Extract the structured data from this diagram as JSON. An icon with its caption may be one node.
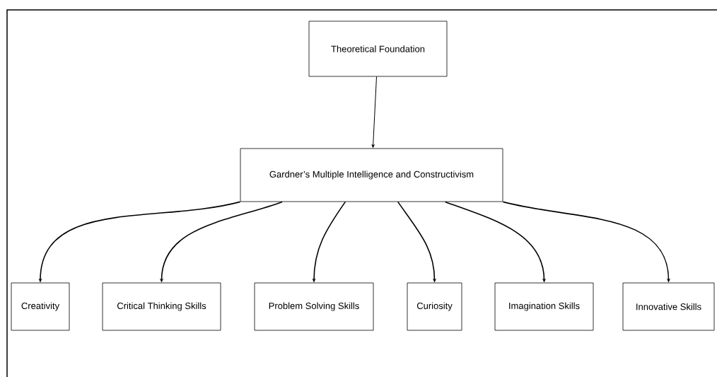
{
  "diagram": {
    "nodes": [
      {
        "text": [
          "Theoretical Foundation"
        ]
      },
      {
        "text": [
          "Gardner’s Multiple Intelligence and Constructivism"
        ]
      },
      {
        "text": [
          "Creativity"
        ]
      },
      {
        "text": [
          "Critical Thinking Skills"
        ]
      },
      {
        "text": [
          "Problem Solving Skills"
        ]
      },
      {
        "text": [
          "Curiosity"
        ]
      },
      {
        "text": [
          "Imagination Skills"
        ]
      },
      {
        "text": [
          "Innovative Skills"
        ]
      }
    ],
    "edges": [
      {
        "from": 0,
        "to": 1,
        "arrow": "to"
      },
      {
        "from": 1,
        "to": 2,
        "arrow": "to"
      },
      {
        "from": 1,
        "to": 3,
        "arrow": "to"
      },
      {
        "from": 1,
        "to": 4,
        "arrow": "to"
      },
      {
        "from": 1,
        "to": 5,
        "arrow": "to"
      },
      {
        "from": 1,
        "to": 6,
        "arrow": "to"
      },
      {
        "from": 1,
        "to": 7,
        "arrow": "to"
      }
    ]
  }
}
